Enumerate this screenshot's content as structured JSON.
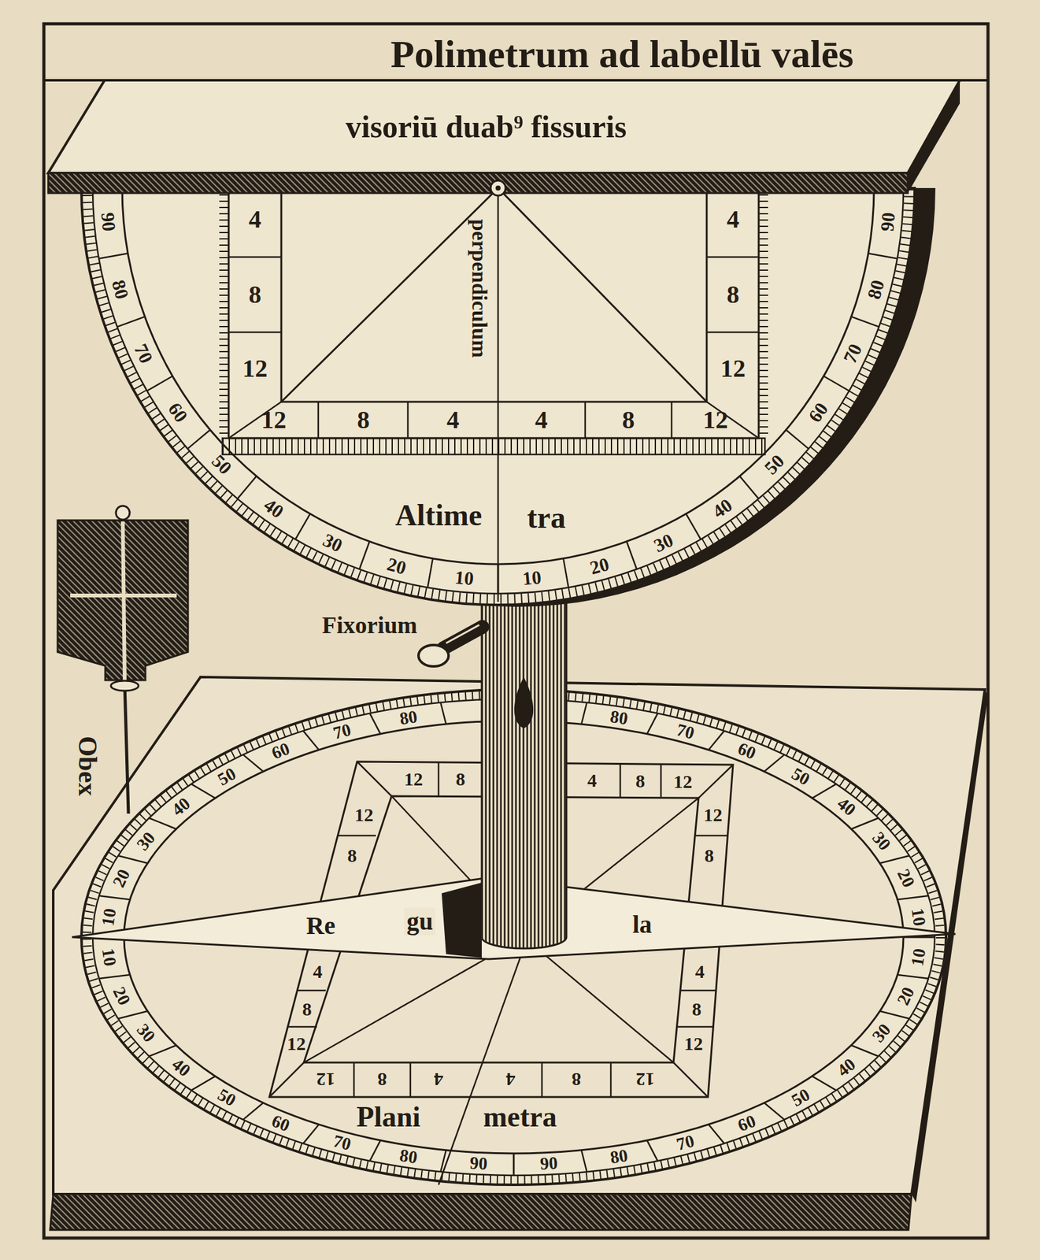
{
  "diagram": {
    "title": "Polimetrum ad labellū valēs",
    "labels": [
      "visoriū duab⁹ fissuris",
      "perpendiculum",
      "90",
      "80",
      "70",
      "60",
      "50",
      "40",
      "30",
      "20",
      "10",
      "10",
      "20",
      "30",
      "40",
      "50",
      "60",
      "70",
      "80",
      "90",
      "4",
      "8",
      "12",
      "4",
      "8",
      "12",
      "12",
      "8",
      "4",
      "4",
      "8",
      "12",
      "Altime",
      "tra",
      "Fixorium",
      "Obex",
      "12",
      "8",
      "4",
      "8",
      "12",
      "10",
      "20",
      "30",
      "40",
      "50",
      "60",
      "70",
      "80",
      "80",
      "70",
      "60",
      "50",
      "40",
      "30",
      "20",
      "10",
      "12",
      "8",
      "12",
      "8",
      "Re",
      "gu",
      "la",
      "4",
      "8",
      "12",
      "4",
      "8",
      "12",
      "10",
      "20",
      "30",
      "40",
      "50",
      "60",
      "70",
      "80",
      "90",
      "90",
      "80",
      "70",
      "60",
      "50",
      "40",
      "30",
      "20",
      "10",
      "12",
      "8",
      "4",
      "4",
      "8",
      "12",
      "Plani",
      "metra"
    ]
  }
}
